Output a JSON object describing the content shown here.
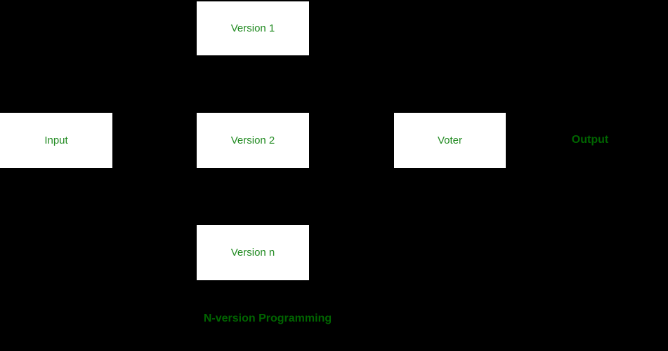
{
  "diagram": {
    "caption": "N-version Programming",
    "nodes": [
      {
        "id": "version-1",
        "label": "Version 1"
      },
      {
        "id": "input",
        "label": "Input"
      },
      {
        "id": "version-2",
        "label": "Version 2"
      },
      {
        "id": "voter",
        "label": "Voter"
      },
      {
        "id": "version-n",
        "label": "Version n"
      }
    ],
    "floating_labels": [
      {
        "id": "output",
        "label": "Output"
      }
    ],
    "colors": {
      "background": "#000000",
      "node_fill": "#ffffff",
      "node_label_green": "#228B22",
      "accent_dark_green": "#006400"
    }
  }
}
